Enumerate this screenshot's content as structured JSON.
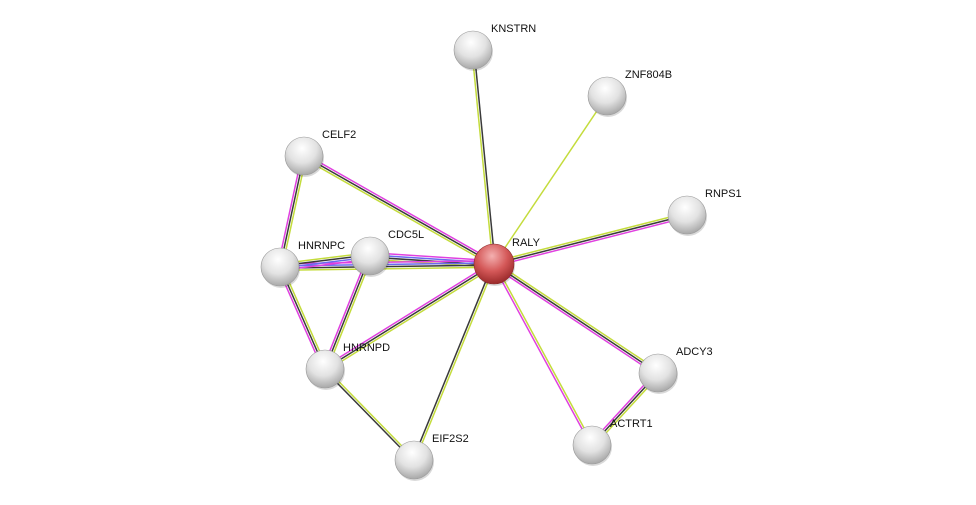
{
  "evidence_colors": {
    "textmining": "#c4dc3c",
    "coexpression": "#3a3a3a",
    "experiments": "#e040e0",
    "databases": "#6a6aef"
  },
  "node_colors": {
    "query": "#d94a4a",
    "other": "#d8d8d8"
  },
  "nodes": [
    {
      "id": "KNSTRN",
      "query": false
    },
    {
      "id": "ZNF804B",
      "query": false
    },
    {
      "id": "CELF2",
      "query": false
    },
    {
      "id": "RNPS1",
      "query": false
    },
    {
      "id": "RALY",
      "query": true
    },
    {
      "id": "HNRNPC",
      "query": false
    },
    {
      "id": "CDC5L",
      "query": false
    },
    {
      "id": "HNRNPD",
      "query": false
    },
    {
      "id": "ADCY3",
      "query": false
    },
    {
      "id": "ACTRT1",
      "query": false
    },
    {
      "id": "EIF2S2",
      "query": false
    }
  ],
  "edges": [
    {
      "a": "RALY",
      "b": "KNSTRN",
      "evidence": [
        "textmining",
        "coexpression"
      ]
    },
    {
      "a": "RALY",
      "b": "ZNF804B",
      "evidence": [
        "textmining"
      ]
    },
    {
      "a": "RALY",
      "b": "CELF2",
      "evidence": [
        "textmining",
        "coexpression",
        "experiments"
      ]
    },
    {
      "a": "RALY",
      "b": "RNPS1",
      "evidence": [
        "textmining",
        "coexpression",
        "experiments"
      ]
    },
    {
      "a": "RALY",
      "b": "CDC5L",
      "evidence": [
        "textmining",
        "coexpression",
        "databases",
        "experiments"
      ]
    },
    {
      "a": "RALY",
      "b": "HNRNPC",
      "evidence": [
        "textmining",
        "coexpression",
        "databases",
        "experiments"
      ]
    },
    {
      "a": "RALY",
      "b": "HNRNPD",
      "evidence": [
        "textmining",
        "coexpression",
        "experiments"
      ]
    },
    {
      "a": "RALY",
      "b": "EIF2S2",
      "evidence": [
        "textmining",
        "coexpression"
      ]
    },
    {
      "a": "RALY",
      "b": "ADCY3",
      "evidence": [
        "textmining",
        "coexpression",
        "experiments"
      ]
    },
    {
      "a": "RALY",
      "b": "ACTRT1",
      "evidence": [
        "textmining",
        "experiments"
      ]
    },
    {
      "a": "CELF2",
      "b": "HNRNPC",
      "evidence": [
        "textmining",
        "coexpression",
        "experiments"
      ]
    },
    {
      "a": "HNRNPC",
      "b": "CDC5L",
      "evidence": [
        "textmining",
        "coexpression",
        "databases",
        "experiments"
      ]
    },
    {
      "a": "HNRNPC",
      "b": "HNRNPD",
      "evidence": [
        "textmining",
        "coexpression",
        "experiments"
      ]
    },
    {
      "a": "CDC5L",
      "b": "HNRNPD",
      "evidence": [
        "textmining",
        "coexpression",
        "experiments"
      ]
    },
    {
      "a": "HNRNPD",
      "b": "EIF2S2",
      "evidence": [
        "textmining",
        "coexpression"
      ]
    },
    {
      "a": "ADCY3",
      "b": "ACTRT1",
      "evidence": [
        "textmining",
        "coexpression",
        "experiments"
      ]
    }
  ]
}
